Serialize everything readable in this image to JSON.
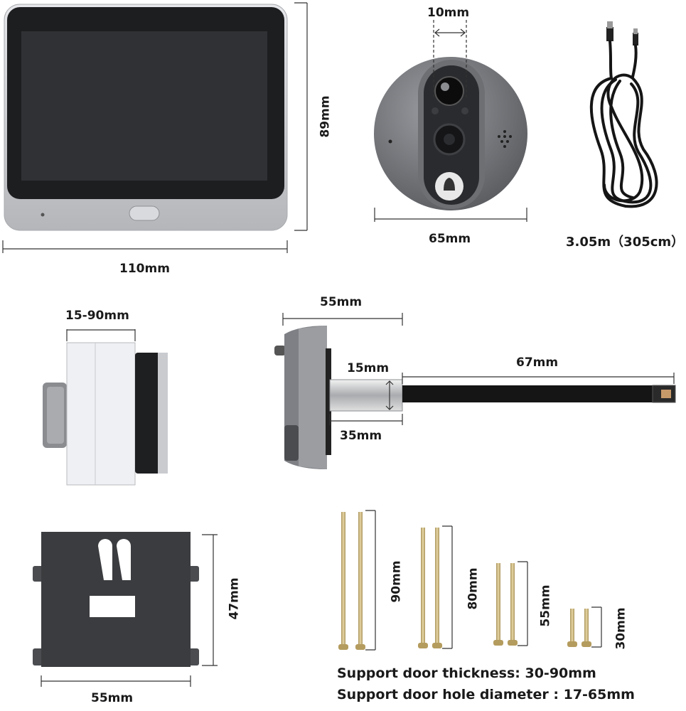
{
  "dimensions": {
    "monitor_width": "110mm",
    "monitor_height": "89mm",
    "camera_lens_spacing": "10mm",
    "camera_diameter": "65mm",
    "cable_length": "3.05m（305cm）",
    "door_thickness_range": "15-90mm",
    "camera_depth": "55mm",
    "barrel_diameter": "15mm",
    "flat_cable_length": "67mm",
    "barrel_length": "35mm",
    "bracket_height": "47mm",
    "bracket_width": "55mm",
    "screw_1": "90mm",
    "screw_2": "80mm",
    "screw_3": "55mm",
    "screw_4": "30mm"
  },
  "notes": {
    "door_thickness": "Support door thickness: 30-90mm",
    "hole_diameter": "Support door hole diameter : 17-65mm"
  },
  "colors": {
    "silver": "#c9cbcf",
    "screen": "#2b2d30",
    "dark_gray": "#4a4c50",
    "brass": "#c8b27a"
  }
}
